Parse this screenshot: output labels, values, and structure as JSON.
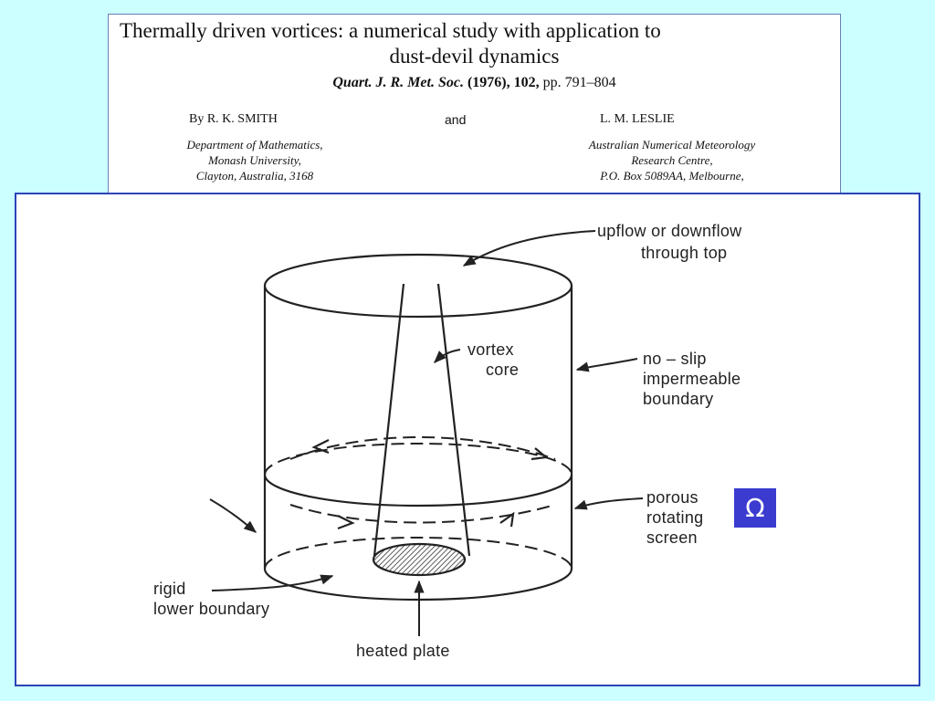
{
  "paper_header": {
    "title_line1": "Thermally driven vortices: a numerical study with application to",
    "title_line2": "dust-devil dynamics",
    "citation": {
      "journal": "Quart. J. R. Met. Soc.",
      "year": "(1976),",
      "volume": "102,",
      "pages": "pp. 791–804"
    },
    "author1": "By R. K. SMITH",
    "conjunction": "and",
    "author2": "L. M. LESLIE",
    "affiliation1": [
      "Department of Mathematics,",
      "Monash University,",
      "Clayton, Australia, 3168"
    ],
    "affiliation2": [
      "Australian Numerical Meteorology",
      "Research Centre,",
      "P.O. Box 5089AA, Melbourne,"
    ]
  },
  "diagram": {
    "labels": {
      "upflow_1": "upflow or downflow",
      "upflow_2": "through top",
      "vortex_1": "vortex",
      "vortex_2": "core",
      "noslip_1": "no – slip",
      "noslip_2": "impermeable",
      "noslip_3": "boundary",
      "porous_1": "porous",
      "porous_2": "rotating",
      "porous_3": "screen",
      "rigid_1": "rigid",
      "rigid_2": "lower boundary",
      "heated": "heated plate"
    },
    "omega_symbol": "Ω",
    "colors": {
      "panel_border": "#2c43b8",
      "omega_box": "#3b3bd0",
      "background": "#ccffff"
    }
  }
}
